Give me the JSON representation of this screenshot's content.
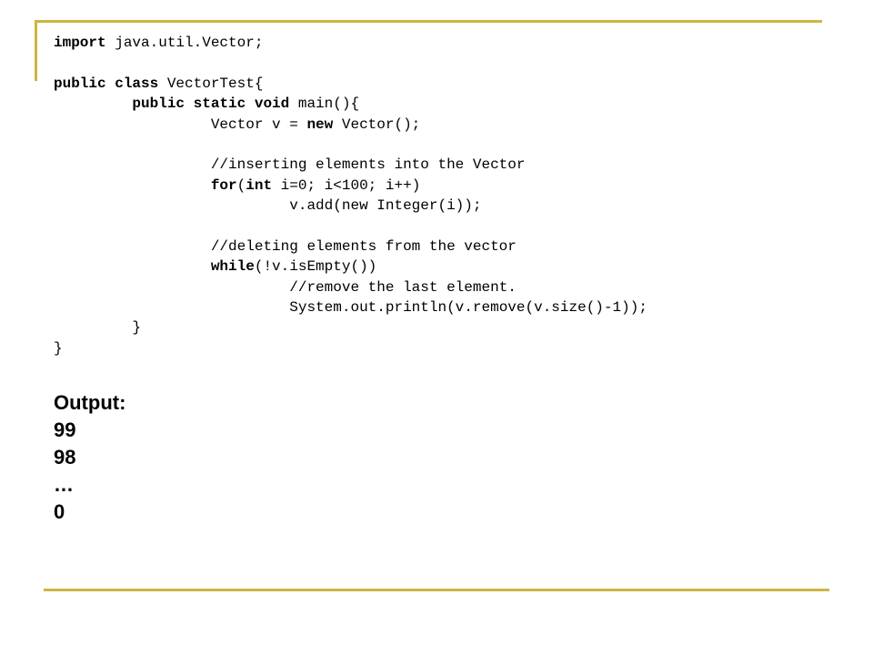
{
  "colors": {
    "accent_rule": "#cdb544",
    "text": "#000000",
    "background": "#ffffff"
  },
  "code_lines": [
    {
      "indent": "",
      "parts": [
        {
          "text": "import",
          "bold": true
        },
        {
          "text": " java.util.Vector;",
          "bold": false
        }
      ]
    },
    {
      "indent": "",
      "parts": []
    },
    {
      "indent": "",
      "parts": [
        {
          "text": "public class",
          "bold": true
        },
        {
          "text": " VectorTest{",
          "bold": false
        }
      ]
    },
    {
      "indent": "         ",
      "parts": [
        {
          "text": "public static void",
          "bold": true
        },
        {
          "text": " main(){",
          "bold": false
        }
      ]
    },
    {
      "indent": "                  ",
      "parts": [
        {
          "text": "Vector v = ",
          "bold": false
        },
        {
          "text": "new",
          "bold": true
        },
        {
          "text": " Vector();",
          "bold": false
        }
      ]
    },
    {
      "indent": "",
      "parts": []
    },
    {
      "indent": "                  ",
      "parts": [
        {
          "text": "//inserting elements into the Vector",
          "bold": false
        }
      ]
    },
    {
      "indent": "                  ",
      "parts": [
        {
          "text": "for",
          "bold": true
        },
        {
          "text": "(",
          "bold": false
        },
        {
          "text": "int",
          "bold": true
        },
        {
          "text": " i=0; i<100; i++)",
          "bold": false
        }
      ]
    },
    {
      "indent": "                           ",
      "parts": [
        {
          "text": "v.add(new Integer(i));",
          "bold": false
        }
      ]
    },
    {
      "indent": "",
      "parts": []
    },
    {
      "indent": "                  ",
      "parts": [
        {
          "text": "//deleting elements from the vector",
          "bold": false
        }
      ]
    },
    {
      "indent": "                  ",
      "parts": [
        {
          "text": "while",
          "bold": true
        },
        {
          "text": "(!v.isEmpty())",
          "bold": false
        }
      ]
    },
    {
      "indent": "                           ",
      "parts": [
        {
          "text": "//remove the last element.",
          "bold": false
        }
      ]
    },
    {
      "indent": "                           ",
      "parts": [
        {
          "text": "System.out.println(v.remove(v.size()-1));",
          "bold": false
        }
      ]
    },
    {
      "indent": "         ",
      "parts": [
        {
          "text": "}",
          "bold": false
        }
      ]
    },
    {
      "indent": "",
      "parts": [
        {
          "text": "}",
          "bold": false
        }
      ]
    }
  ],
  "output": {
    "heading": "Output:",
    "lines": [
      "99",
      "98",
      "…",
      "0"
    ]
  }
}
